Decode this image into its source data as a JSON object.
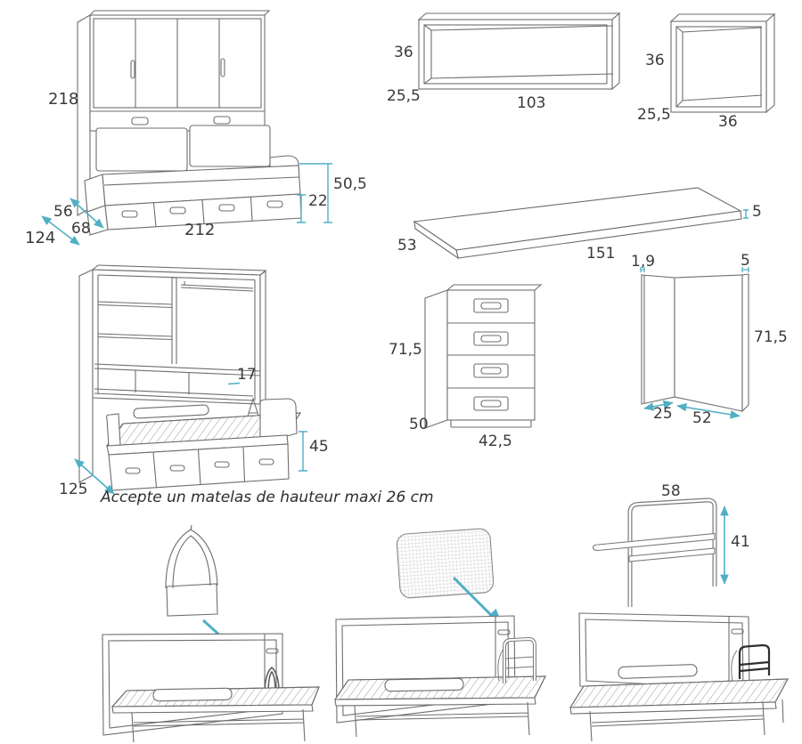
{
  "sheet": {
    "background": "#ffffff",
    "accent_color": "#4fafc5",
    "line_color": "#6e6e6e",
    "text_color": "#3a3a3a",
    "note": "Accepte un matelas de hauteur maxi 26 cm"
  },
  "figures": {
    "wallbed_closed": {
      "dims": {
        "height": "218",
        "top_depth": "56",
        "seat_depth": "68",
        "total_depth": "124",
        "width": "212",
        "drawer_height": "22",
        "seat_height": "50,5"
      }
    },
    "wall_shelf": {
      "dims": {
        "height": "36",
        "depth": "25,5",
        "width": "103"
      }
    },
    "wall_cube": {
      "dims": {
        "height": "36",
        "depth": "25,5",
        "width": "36"
      }
    },
    "desk_top": {
      "dims": {
        "depth": "53",
        "length": "151",
        "thickness": "5"
      }
    },
    "drawer_chest": {
      "dims": {
        "height": "71,5",
        "depth": "50",
        "width": "42,5"
      }
    },
    "corner_panel": {
      "dims": {
        "left_thickness": "1,9",
        "right_thickness": "5",
        "height": "71,5",
        "left_width": "25",
        "right_width": "52"
      }
    },
    "wallbed_open": {
      "dims": {
        "niche_height": "17",
        "bed_height": "45",
        "depth": "125"
      }
    },
    "bed_rail": {
      "dims": {
        "width": "58",
        "height": "41"
      }
    }
  }
}
